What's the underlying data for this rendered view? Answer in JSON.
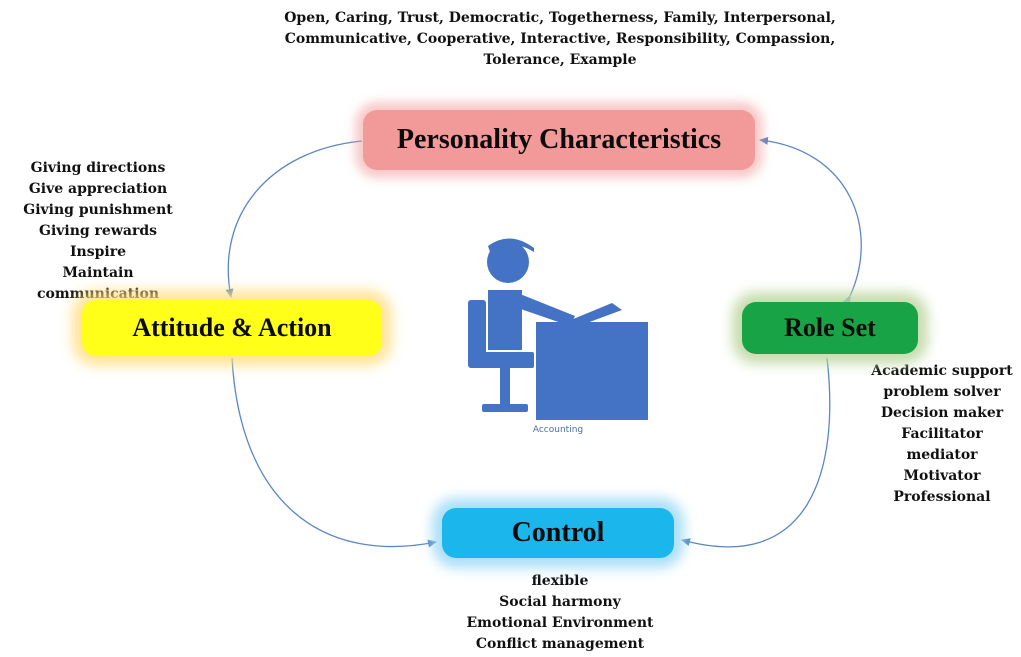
{
  "top_attributes": [
    "Open, Caring, Trust, Democratic, Togetherness, Family, Interpersonal,",
    "Communicative, Cooperative, Interactive, Responsibility, Compassion,",
    "Tolerance, Example"
  ],
  "nodes": {
    "personality": "Personality Characteristics",
    "attitude": "Attitude & Action",
    "role": "Role Set",
    "control": "Control"
  },
  "attitude_items": [
    "Giving directions",
    "Give appreciation",
    "Giving punishment",
    "Giving rewards",
    "Inspire",
    "Maintain communication"
  ],
  "role_items": [
    "Academic support",
    "problem solver",
    "Decision maker",
    "Facilitator",
    "mediator",
    "Motivator",
    "Professional"
  ],
  "control_items": [
    "flexible",
    "Social harmony",
    "Emotional Environment",
    "Conflict management"
  ],
  "center_icon": {
    "name": "accounting-person-at-desk-icon",
    "caption": "Accounting",
    "color": "#4472c4"
  },
  "colors": {
    "personality": "#f29a9a",
    "attitude": "#ffff1a",
    "role": "#19a347",
    "control": "#1ab6ec",
    "arrow": "#5b86c4"
  }
}
